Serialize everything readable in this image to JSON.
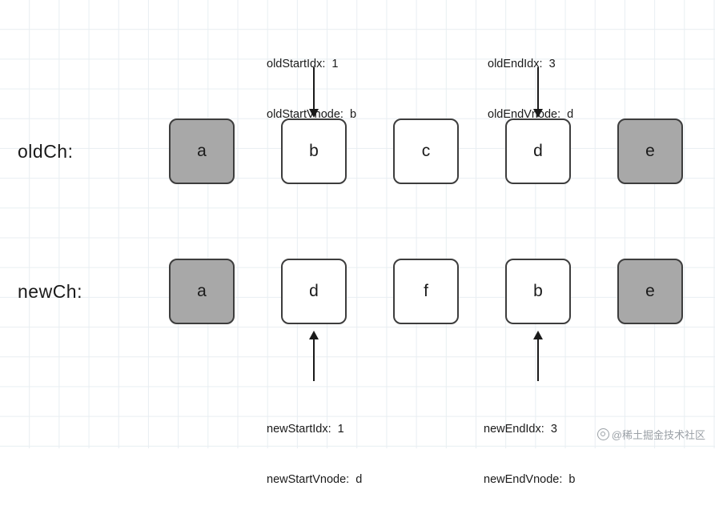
{
  "diagram": {
    "title": "vue diff algorithm oldCh/newCh pointer diagram",
    "rows": [
      {
        "label": "oldCh:",
        "nodes": [
          {
            "text": "a",
            "filled": true
          },
          {
            "text": "b",
            "filled": false
          },
          {
            "text": "c",
            "filled": false
          },
          {
            "text": "d",
            "filled": false
          },
          {
            "text": "e",
            "filled": true
          }
        ]
      },
      {
        "label": "newCh:",
        "nodes": [
          {
            "text": "a",
            "filled": true
          },
          {
            "text": "d",
            "filled": false
          },
          {
            "text": "f",
            "filled": false
          },
          {
            "text": "b",
            "filled": false
          },
          {
            "text": "e",
            "filled": true
          }
        ]
      }
    ],
    "annotations": {
      "old_start": {
        "line1": "oldStartIdx:  1",
        "line2": "oldStartVnode:  b"
      },
      "old_end": {
        "line1": "oldEndIdx:  3",
        "line2": "oldEndVnode:  d"
      },
      "new_start": {
        "line1": "newStartIdx:  1",
        "line2": "newStartVnode:  d"
      },
      "new_end": {
        "line1": "newEndIdx:  3",
        "line2": "newEndVnode:  b"
      }
    }
  },
  "watermark": {
    "text": "@稀土掘金技术社区"
  },
  "colors": {
    "grid": "#e8eef2",
    "node_border": "#3d3d3d",
    "node_fill": "#a8a8a8",
    "text": "#1a1a1a",
    "watermark": "#9aa0a6"
  }
}
